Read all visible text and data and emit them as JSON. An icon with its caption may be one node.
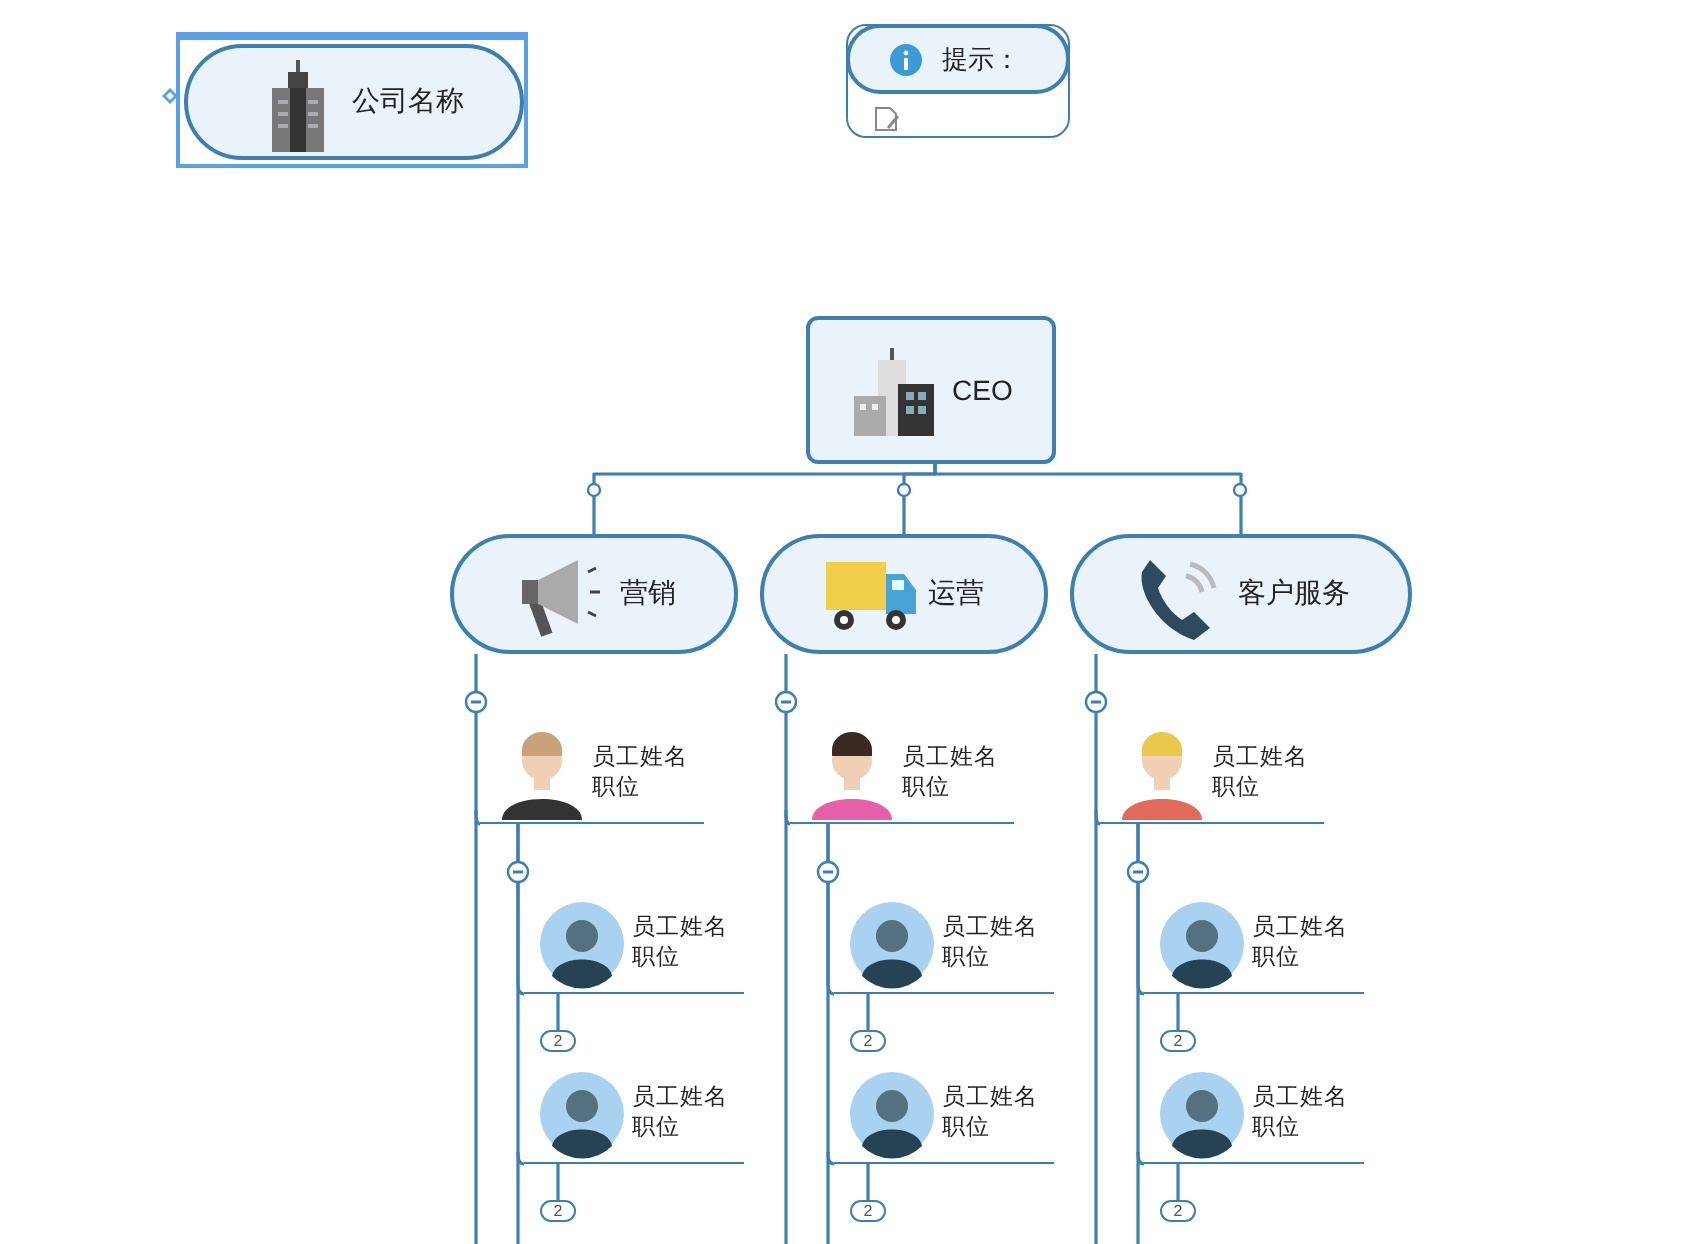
{
  "diagram": {
    "nodes": [
      {
        "text": [
          "公司名称"
        ]
      },
      {
        "text": [
          "提示："
        ]
      },
      {
        "text": [
          "CEO"
        ]
      },
      {
        "text": [
          "营销"
        ]
      },
      {
        "text": [
          "运营"
        ]
      },
      {
        "text": [
          "客户服务"
        ]
      },
      {
        "text": [
          "员工姓名",
          "职位"
        ]
      },
      {
        "text": [
          "员工姓名",
          "职位"
        ]
      },
      {
        "text": [
          "员工姓名",
          "职位"
        ]
      },
      {
        "text": [
          "员工姓名",
          "职位"
        ]
      },
      {
        "text": [
          "员工姓名",
          "职位"
        ]
      },
      {
        "text": [
          "员工姓名",
          "职位"
        ]
      },
      {
        "text": [
          "员工姓名",
          "职位"
        ]
      },
      {
        "text": [
          "员工姓名",
          "职位"
        ]
      },
      {
        "text": [
          "员工姓名",
          "职位"
        ]
      },
      {
        "text": [
          "2"
        ]
      },
      {
        "text": [
          "2"
        ]
      },
      {
        "text": [
          "2"
        ]
      },
      {
        "text": [
          "2"
        ]
      },
      {
        "text": [
          "2"
        ]
      },
      {
        "text": [
          "2"
        ]
      }
    ],
    "edges": [
      {
        "from": 2,
        "to": 3,
        "arrow": "none"
      },
      {
        "from": 2,
        "to": 4,
        "arrow": "none"
      },
      {
        "from": 2,
        "to": 5,
        "arrow": "none"
      },
      {
        "from": 3,
        "to": 6,
        "arrow": "none"
      },
      {
        "from": 4,
        "to": 7,
        "arrow": "none"
      },
      {
        "from": 5,
        "to": 8,
        "arrow": "none"
      },
      {
        "from": 6,
        "to": 9,
        "arrow": "none"
      },
      {
        "from": 6,
        "to": 10,
        "arrow": "none"
      },
      {
        "from": 7,
        "to": 11,
        "arrow": "none"
      },
      {
        "from": 7,
        "to": 12,
        "arrow": "none"
      },
      {
        "from": 8,
        "to": 13,
        "arrow": "none"
      },
      {
        "from": 8,
        "to": 14,
        "arrow": "none"
      },
      {
        "from": 9,
        "to": 15,
        "arrow": "none"
      },
      {
        "from": 10,
        "to": 16,
        "arrow": "none"
      },
      {
        "from": 11,
        "to": 17,
        "arrow": "none"
      },
      {
        "from": 12,
        "to": 18,
        "arrow": "none"
      },
      {
        "from": 13,
        "to": 19,
        "arrow": "none"
      },
      {
        "from": 14,
        "to": 20,
        "arrow": "none"
      }
    ]
  }
}
